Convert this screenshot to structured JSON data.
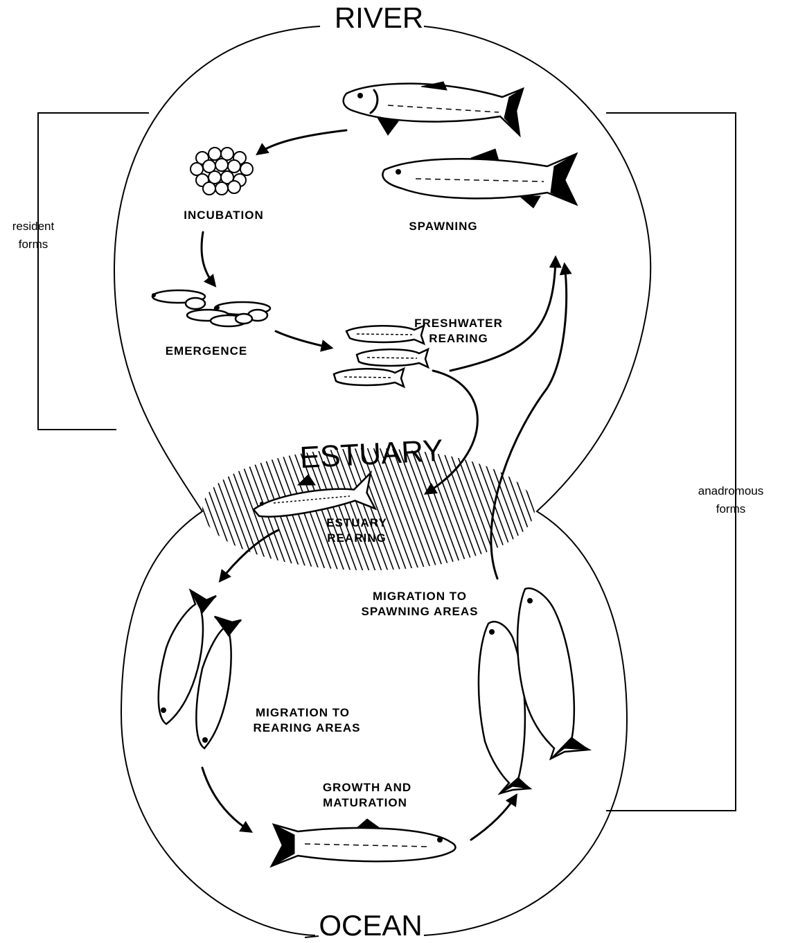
{
  "regions": {
    "river": "RIVER",
    "estuary": "ESTUARY",
    "ocean": "OCEAN"
  },
  "stages": {
    "incubation": "INCUBATION",
    "spawning": "SPAWNING",
    "emergence": "EMERGENCE",
    "freshwater_rearing": [
      "FRESHWATER",
      "REARING"
    ],
    "estuary_rearing": [
      "ESTUARY",
      "REARING"
    ],
    "migration_to_spawning": [
      "MIGRATION TO",
      "SPAWNING AREAS"
    ],
    "migration_to_rearing": [
      "MIGRATION TO",
      "REARING AREAS"
    ],
    "growth": [
      "GROWTH AND",
      "MATURATION"
    ]
  },
  "brackets": {
    "resident": [
      "resident",
      "forms"
    ],
    "anadromous": [
      "anadromous",
      "forms"
    ]
  }
}
